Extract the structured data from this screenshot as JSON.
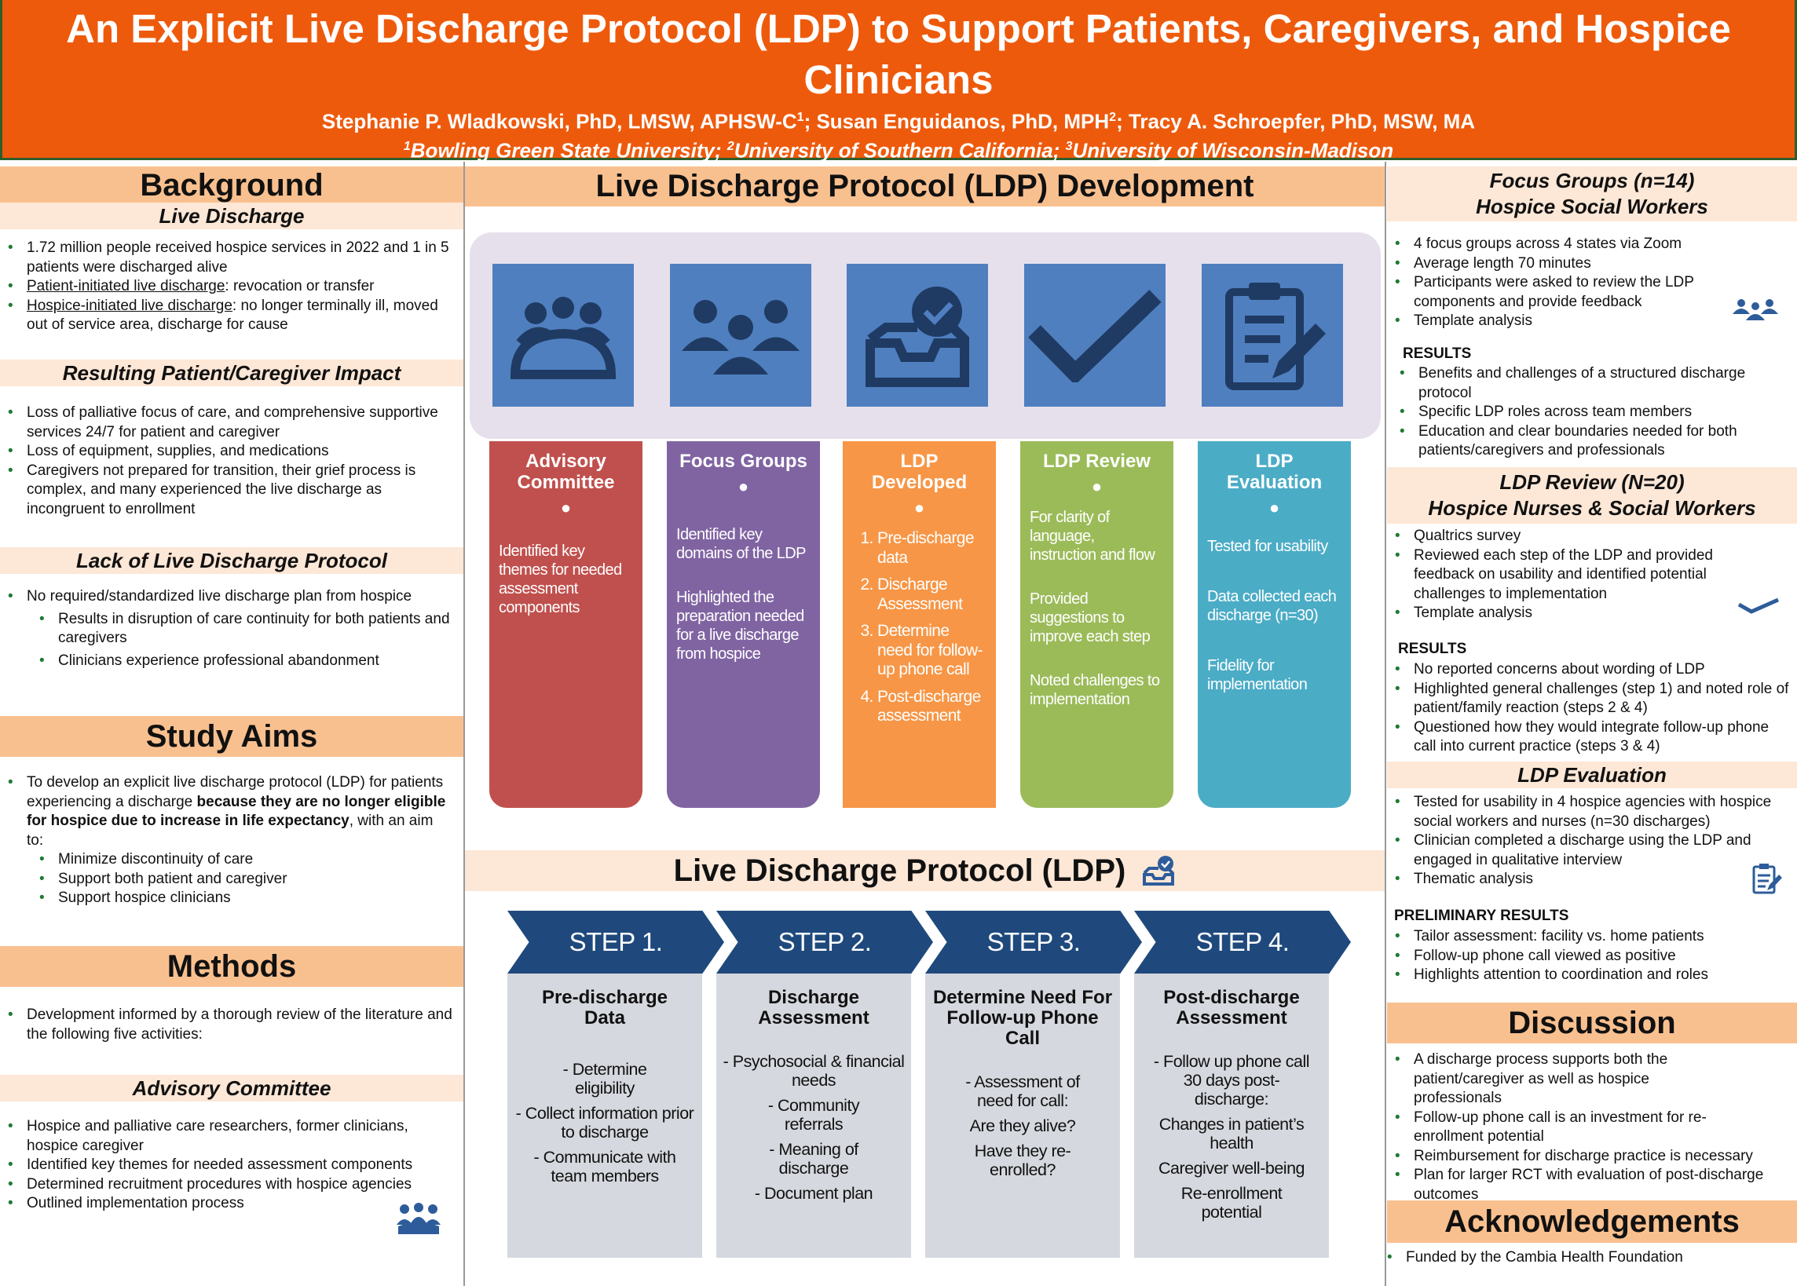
{
  "header": {
    "title": "An Explicit Live Discharge Protocol (LDP) to Support Patients, Caregivers, and Hospice Clinicians",
    "authors": [
      {
        "name": "Stephanie P. Wladkowski, PhD, LMSW, APHSW-C",
        "sup": "1"
      },
      {
        "name": "; Susan Enguidanos, PhD, MPH",
        "sup": "2"
      },
      {
        "name": "; Tracy A. Schroepfer, PhD, MSW, MA",
        "sup": ""
      }
    ],
    "affiliations": [
      {
        "sup": "1",
        "name": "Bowling Green State University; "
      },
      {
        "sup": "2",
        "name": "University of Southern California; "
      },
      {
        "sup": "3",
        "name": "University of Wisconsin-Madison"
      }
    ]
  },
  "left": {
    "background": {
      "title": "Background",
      "live_discharge": {
        "title": "Live Discharge",
        "b1": "1.72 million people received hospice services in 2022 and 1 in 5 patients were discharged alive",
        "b2_u": "Patient-initiated live discharge",
        "b2": ": revocation or transfer",
        "b3_u": "Hospice-initiated live discharge",
        "b3": ": no longer terminally ill, moved out of service area, discharge for cause"
      },
      "impact": {
        "title": "Resulting Patient/Caregiver Impact",
        "items": [
          "Loss of palliative focus of care, and comprehensive supportive services 24/7 for patient and caregiver",
          "Loss of equipment, supplies, and medications",
          "Caregivers not prepared for transition, their grief process is complex, and many experienced the live discharge as incongruent to enrollment"
        ]
      },
      "lack": {
        "title": "Lack of Live Discharge Protocol",
        "items": [
          "No required/standardized live discharge plan from hospice"
        ],
        "sub": [
          "Results in disruption of care continuity for both patients and caregivers",
          "Clinicians experience professional abandonment"
        ]
      }
    },
    "aims": {
      "title": "Study Aims",
      "b1_a": "To  develop an explicit live discharge protocol (LDP) for patients experiencing a discharge ",
      "b1_bold": "because they are no longer eligible for hospice due to increase in life expectancy",
      "b1_c": ", with an aim to:",
      "sub": [
        "Minimize discontinuity of care",
        "Support both patient and caregiver",
        "Support hospice clinicians"
      ]
    },
    "methods": {
      "title": "Methods",
      "items": [
        "Development informed by a thorough review of the literature and the following five activities:"
      ],
      "advisory": {
        "title": "Advisory Committee",
        "items": [
          "Hospice and palliative care researchers, former clinicians, hospice caregiver",
          "Identified key themes for needed assessment components",
          "Determined recruitment procedures with hospice agencies",
          "Outlined implementation process"
        ]
      }
    }
  },
  "middle": {
    "dev_title": "Live Discharge Protocol (LDP) Development",
    "cards": [
      {
        "title": "Advisory Committee",
        "color": "#C0504D",
        "paras": [
          "Identified key themes for needed assessment components"
        ]
      },
      {
        "title": "Focus Groups",
        "color": "#8064A2",
        "paras": [
          "Identified key domains of the LDP",
          "Highlighted the preparation needed for a live discharge from hospice"
        ]
      },
      {
        "title": "LDP Developed",
        "color": "#F79646",
        "steps": [
          "Pre-discharge data",
          "Discharge Assessment",
          "Determine need for follow-up phone call",
          "Post-discharge assessment"
        ]
      },
      {
        "title": "LDP Review",
        "color": "#9BBB59",
        "paras": [
          "For clarity of language, instruction and flow",
          "Provided suggestions to improve each step",
          "Noted challenges to implementation"
        ]
      },
      {
        "title": "LDP Evaluation",
        "color": "#4BACC6",
        "paras": [
          "Tested for usability",
          "Data collected each discharge (n=30)",
          "Fidelity for implementation"
        ]
      }
    ],
    "ldp_title": "Live Discharge Protocol (LDP)",
    "steps": [
      {
        "label": "STEP 1.",
        "title": "Pre-discharge Data",
        "lines": [
          "- Determine eligibility",
          "- Collect information prior to discharge",
          "- Communicate with team members"
        ]
      },
      {
        "label": "STEP 2.",
        "title": "Discharge Assessment",
        "lines": [
          "- Psychosocial & financial needs",
          "- Community referrals",
          "- Meaning of discharge",
          "- Document plan"
        ]
      },
      {
        "label": "STEP 3.",
        "title": "Determine Need For Follow-up Phone Call",
        "lines": [
          "- Assessment of need for call:",
          "Are they alive?",
          "Have they re-enrolled?"
        ]
      },
      {
        "label": "STEP 4.",
        "title": "Post-discharge Assessment",
        "lines": [
          "- Follow up phone call 30 days post-discharge:",
          "Changes in patient’s health",
          "Caregiver well-being",
          "Re-enrollment potential"
        ]
      }
    ]
  },
  "right": {
    "focus": {
      "title1": "Focus Groups (n=14)",
      "title2": "Hospice Social Workers",
      "items": [
        "4 focus groups across 4 states via Zoom",
        "Average length 70 minutes",
        "Participants were asked to review the LDP components and provide feedback",
        "Template analysis"
      ],
      "results_label": "RESULTS",
      "results": [
        "Benefits and challenges of a structured discharge protocol",
        "Specific LDP roles across team members",
        "Education and clear boundaries needed for both patients/caregivers and professionals"
      ]
    },
    "review": {
      "title1": "LDP Review (N=20)",
      "title2": "Hospice Nurses & Social Workers",
      "items": [
        "Qualtrics survey",
        "Reviewed each step of the LDP and provided feedback on usability and identified potential challenges to implementation",
        "Template analysis"
      ],
      "results_label": "RESULTS",
      "results": [
        "No reported concerns about wording of LDP",
        "Highlighted general challenges (step 1) and noted role of patient/family reaction (steps 2 & 4)",
        "Questioned how they would integrate follow-up phone call into current practice (steps 3 & 4)"
      ]
    },
    "evaluation": {
      "title": "LDP Evaluation",
      "items": [
        "Tested for usability in 4 hospice agencies with hospice social workers and nurses (n=30 discharges)",
        "Clinician completed a discharge using the LDP and engaged in qualitative interview",
        "Thematic analysis"
      ],
      "results_label": "PRELIMINARY RESULTS",
      "results": [
        "Tailor assessment: facility vs. home patients",
        "Follow-up phone call viewed as positive",
        "Highlights attention to coordination and roles"
      ]
    },
    "discussion": {
      "title": "Discussion",
      "items": [
        "A discharge process supports both the patient/caregiver as well as hospice professionals",
        "Follow-up phone call is an investment for re-enrollment potential",
        "Reimbursement for discharge practice is necessary",
        "Plan for larger RCT with evaluation of post-discharge outcomes"
      ]
    },
    "ack": {
      "title": "Acknowledgements",
      "items": [
        "Funded by the Cambia Health Foundation"
      ]
    }
  }
}
